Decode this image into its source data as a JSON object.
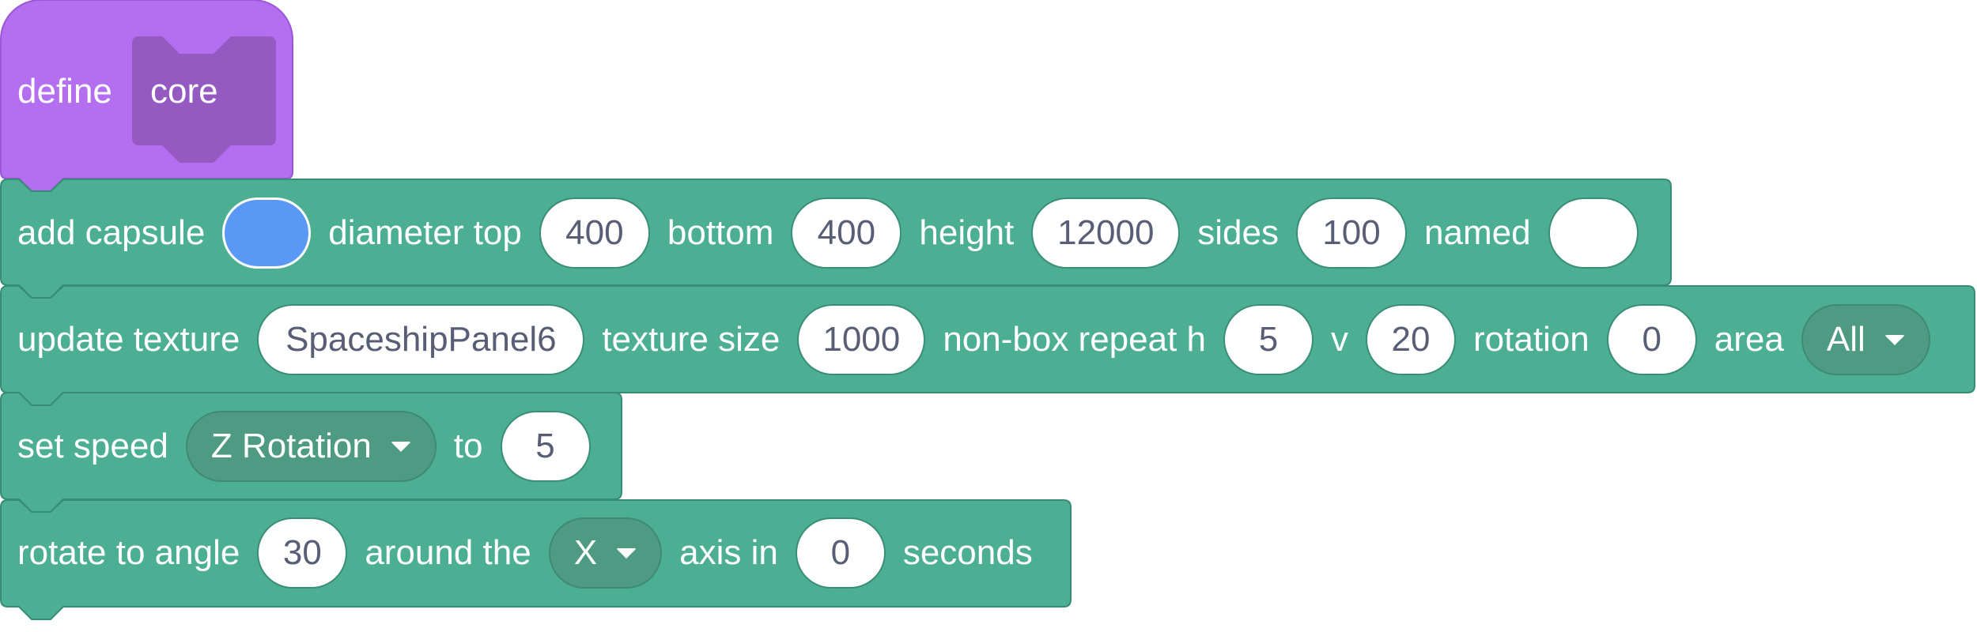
{
  "colors": {
    "define_fill": "#b46ff0",
    "define_stroke": "#9b55d6",
    "define_slot": "#9559c2",
    "block_fill": "#4cae93",
    "block_stroke": "#368c75",
    "input_text": "#575e75",
    "color_value": "#5a98f5"
  },
  "define": {
    "keyword": "define",
    "name": "core"
  },
  "blocks": {
    "add_capsule": {
      "label": "add capsule",
      "diameter_top_label": "diameter top",
      "diameter_top": "400",
      "bottom_label": "bottom",
      "bottom": "400",
      "height_label": "height",
      "height": "12000",
      "sides_label": "sides",
      "sides": "100",
      "named_label": "named",
      "named": ""
    },
    "update_texture": {
      "label": "update texture",
      "texture": "SpaceshipPanel6",
      "texture_size_label": "texture size",
      "texture_size": "1000",
      "repeat_h_label": "non-box repeat h",
      "repeat_h": "5",
      "v_label": "v",
      "repeat_v": "20",
      "rotation_label": "rotation",
      "rotation": "0",
      "area_label": "area",
      "area": "All"
    },
    "set_speed": {
      "label": "set speed",
      "property": "Z Rotation",
      "to_label": "to",
      "value": "5"
    },
    "rotate_to_angle": {
      "label": "rotate to angle",
      "angle": "30",
      "around_label": "around the",
      "axis": "X",
      "axis_in_label": "axis in",
      "seconds": "0",
      "seconds_label": "seconds"
    }
  }
}
